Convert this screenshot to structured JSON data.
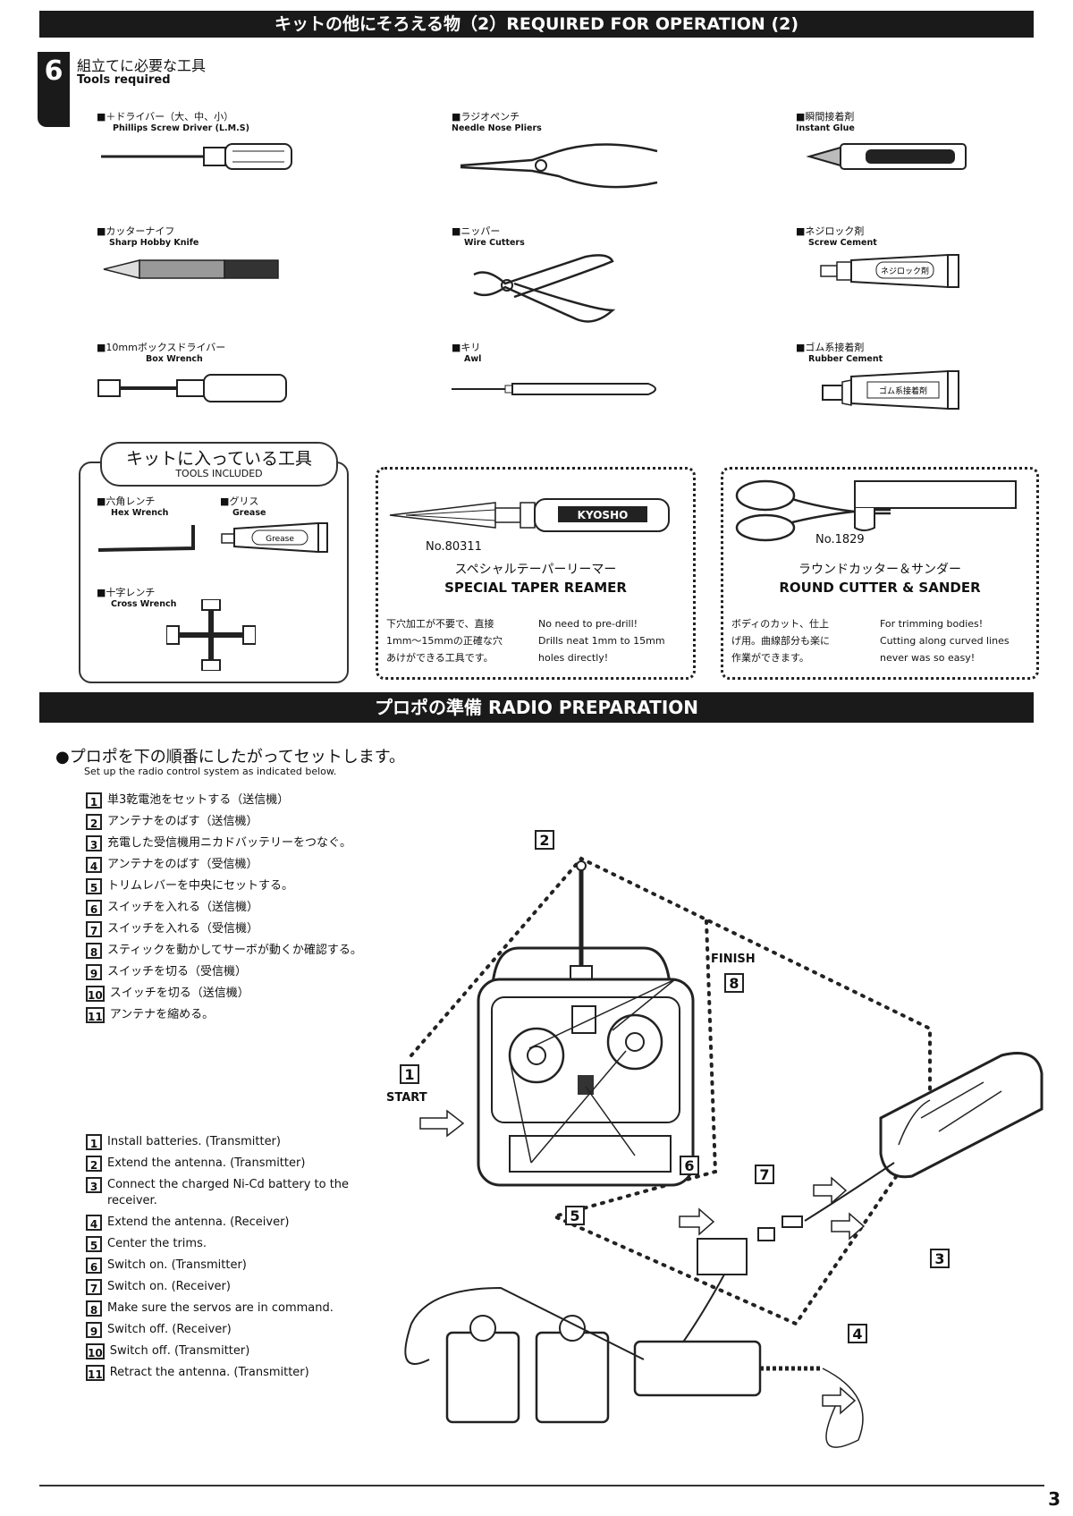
{
  "header": {
    "title": "キットの他にそろえる物（2）REQUIRED FOR OPERATION (2)"
  },
  "tools_section": {
    "step_number": "6",
    "title_jp": "組立てに必要な工具",
    "title_en": "Tools required",
    "tools": [
      {
        "jp": "■＋ドライバー（大、中、小）",
        "en": "Phillips Screw Driver (L.M.S)",
        "icon": "screwdriver-icon"
      },
      {
        "jp": "■ラジオペンチ",
        "en": "Needle Nose Pliers",
        "icon": "pliers-icon"
      },
      {
        "jp": "■瞬間接着剤",
        "en": "Instant Glue",
        "icon": "glue-icon"
      },
      {
        "jp": "■カッターナイフ",
        "en": "Sharp Hobby Knife",
        "icon": "knife-icon"
      },
      {
        "jp": "■ニッパー",
        "en": "Wire Cutters",
        "icon": "wire-cutters-icon"
      },
      {
        "jp": "■ネジロック剤",
        "en": "Screw Cement",
        "icon": "screw-cement-icon",
        "tube_label": "ネジロック剤"
      },
      {
        "jp": "■10mmボックスドライバー",
        "en": "Box Wrench",
        "icon": "box-wrench-icon"
      },
      {
        "jp": "■キリ",
        "en": "Awl",
        "icon": "awl-icon"
      },
      {
        "jp": "■ゴム系接着剤",
        "en": "Rubber Cement",
        "icon": "rubber-cement-icon",
        "tube_label": "ゴム系接着剤"
      }
    ]
  },
  "included_tools": {
    "title_jp": "キットに入っている工具",
    "title_en": "TOOLS INCLUDED",
    "items": [
      {
        "jp": "■六角レンチ",
        "en": "Hex Wrench"
      },
      {
        "jp": "■グリス",
        "en": "Grease",
        "tube_label": "Grease"
      },
      {
        "jp": "■十字レンチ",
        "en": "Cross Wrench"
      }
    ]
  },
  "reamer": {
    "brand": "KYOSHO",
    "number": "No.80311",
    "name_jp": "スペシャルテーパーリーマー",
    "name_en": "SPECIAL TAPER REAMER",
    "desc_jp": [
      "下穴加工が不要で、直接",
      "1mm〜15mmの正確な穴",
      "あけができる工具です。"
    ],
    "desc_en": [
      "No need to pre-drill!",
      "Drills neat 1mm to 15mm",
      "holes directly!"
    ]
  },
  "cutter": {
    "number": "No.1829",
    "name_jp": "ラウンドカッター＆サンダー",
    "name_en": "ROUND CUTTER & SANDER",
    "desc_jp": [
      "ボディのカット、仕上",
      "げ用。曲線部分も楽に",
      "作業ができます。"
    ],
    "desc_en": [
      "For trimming bodies!",
      "Cutting along curved lines",
      "never was so easy!"
    ]
  },
  "radio_section": {
    "title": "プロポの準備 RADIO PREPARATION",
    "intro_jp": "●プロポを下の順番にしたがってセットします。",
    "intro_en": "Set up the radio control system as indicated below.",
    "steps_jp": [
      {
        "n": "1",
        "text": "単3乾電池をセットする（送信機）"
      },
      {
        "n": "2",
        "text": "アンテナをのばす（送信機）"
      },
      {
        "n": "3",
        "text": "充電した受信機用ニカドバッテリーをつなぐ。"
      },
      {
        "n": "4",
        "text": "アンテナをのばす（受信機）"
      },
      {
        "n": "5",
        "text": "トリムレバーを中央にセットする。"
      },
      {
        "n": "6",
        "text": "スイッチを入れる（送信機）"
      },
      {
        "n": "7",
        "text": "スイッチを入れる（受信機）"
      },
      {
        "n": "8",
        "text": "スティックを動かしてサーボが動くか確認する。"
      },
      {
        "n": "9",
        "text": "スイッチを切る（受信機）"
      },
      {
        "n": "10",
        "text": "スイッチを切る（送信機）"
      },
      {
        "n": "11",
        "text": "アンテナを縮める。"
      }
    ],
    "steps_en": [
      {
        "n": "1",
        "text": "Install batteries. (Transmitter)"
      },
      {
        "n": "2",
        "text": "Extend the antenna. (Transmitter)"
      },
      {
        "n": "3",
        "text": "Connect the charged Ni-Cd battery to the receiver."
      },
      {
        "n": "4",
        "text": "Extend the antenna. (Receiver)"
      },
      {
        "n": "5",
        "text": "Center the trims."
      },
      {
        "n": "6",
        "text": "Switch on. (Transmitter)"
      },
      {
        "n": "7",
        "text": "Switch on. (Receiver)"
      },
      {
        "n": "8",
        "text": "Make sure the servos are in command."
      },
      {
        "n": "9",
        "text": "Switch off. (Receiver)"
      },
      {
        "n": "10",
        "text": "Switch off. (Transmitter)"
      },
      {
        "n": "11",
        "text": "Retract the antenna. (Transmitter)"
      }
    ],
    "diagram": {
      "start_label": "START",
      "finish_label": "FINISH",
      "callouts": [
        "1",
        "2",
        "3",
        "4",
        "5",
        "6",
        "7",
        "8"
      ]
    }
  },
  "footer": {
    "page_number": "3"
  }
}
